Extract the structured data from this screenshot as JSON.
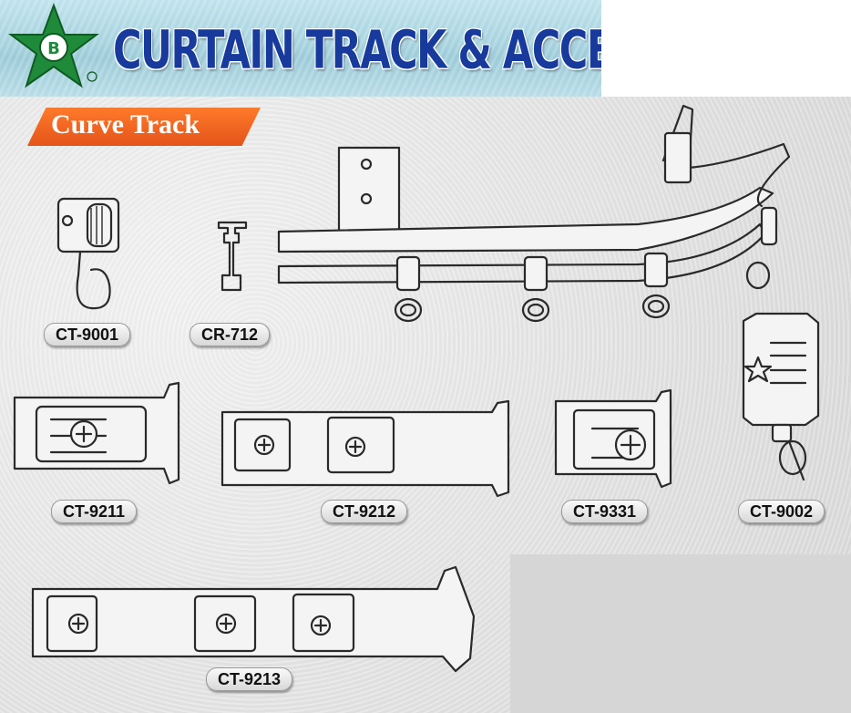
{
  "header": {
    "title": "CURTAIN TRACK & ACCESSORIES",
    "logo_color": "#1e8a3a",
    "title_color": "#173a9c"
  },
  "section": {
    "title": "Curve Track",
    "tab_color": "#f06520"
  },
  "products": [
    {
      "code": "CT-9001"
    },
    {
      "code": "CR-712"
    },
    {
      "code": "CT-9211"
    },
    {
      "code": "CT-9212"
    },
    {
      "code": "CT-9331"
    },
    {
      "code": "CT-9002"
    },
    {
      "code": "CT-9213"
    }
  ]
}
